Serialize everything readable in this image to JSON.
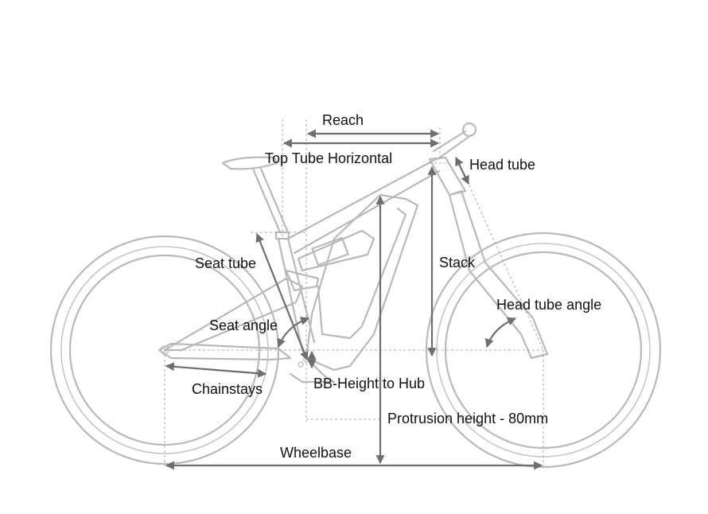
{
  "labels": {
    "reach": "Reach",
    "top_tube_horizontal": "Top Tube Horizontal",
    "head_tube": "Head tube",
    "stack": "Stack",
    "seat_tube": "Seat tube",
    "head_tube_angle": "Head tube angle",
    "seat_angle": "Seat angle",
    "bb_height_to_hub": "BB-Height to Hub",
    "chainstays": "Chainstays",
    "protrusion_height": "Protrusion height - 80mm",
    "wheelbase": "Wheelbase"
  },
  "colors": {
    "frame": "#b9b9b9",
    "arrow": "#6e6e6e",
    "text": "#111111"
  }
}
